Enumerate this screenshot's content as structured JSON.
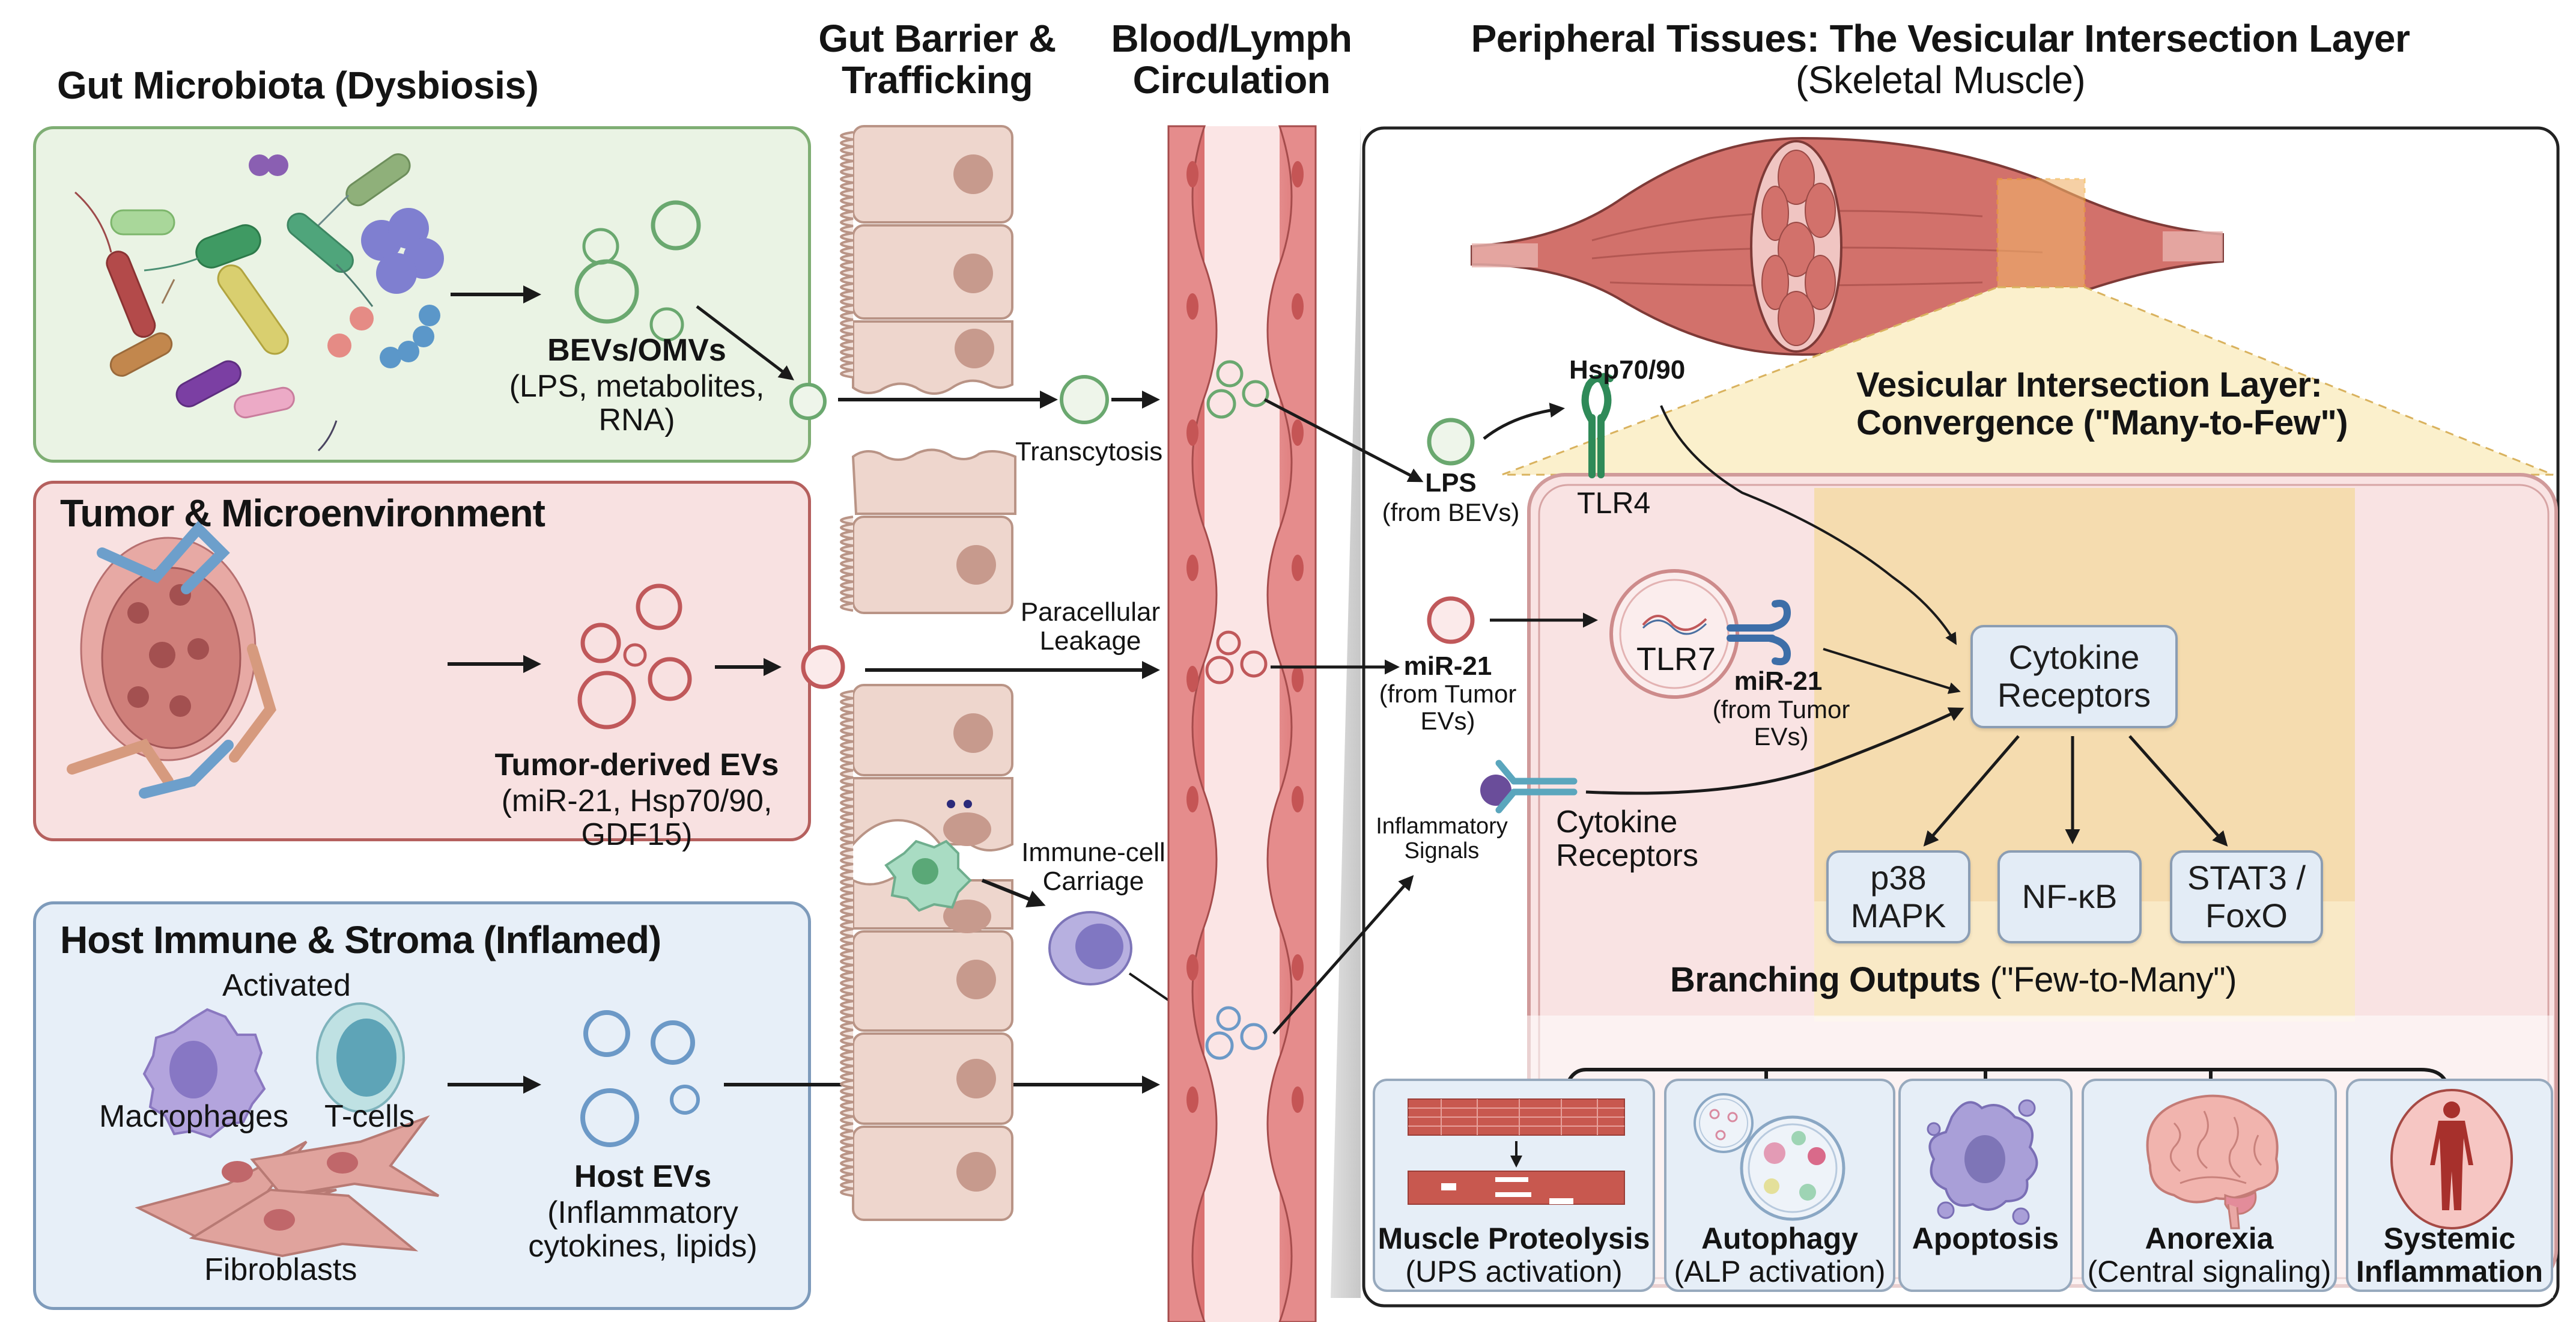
{
  "columns": {
    "gut_microbiota": "Gut Microbiota (Dysbiosis)",
    "gut_barrier": [
      "Gut Barrier &",
      "Trafficking"
    ],
    "circulation": [
      "Blood/Lymph",
      "Circulation"
    ],
    "peripheral": {
      "title": "Peripheral Tissues: The Vesicular Intersection Layer",
      "subtitle": "(Skeletal Muscle)"
    }
  },
  "sources": {
    "microbiota": {
      "ev_title": "BEVs/OMVs",
      "ev_desc": [
        "(LPS, metabolites,",
        "RNA)"
      ],
      "color": "#6aa86f"
    },
    "tumor": {
      "title": "Tumor & Microenvironment",
      "ev_title": "Tumor-derived EVs",
      "ev_desc": [
        "(miR-21, Hsp70/90,",
        "GDF15)"
      ],
      "color": "#c0585a"
    },
    "host": {
      "title": "Host Immune & Stroma (Inflamed)",
      "cell_labels": {
        "activated": "Activated",
        "macrophages": "Macrophages",
        "tcells": "T-cells",
        "fibroblasts": "Fibroblasts"
      },
      "ev_title": "Host EVs",
      "ev_desc": [
        "(Inflammatory",
        "cytokines, lipids)"
      ],
      "color": "#5f8fbf"
    }
  },
  "barrier_routes": {
    "transcytosis": "Transcytosis",
    "paracellular": [
      "Paracellular",
      "Leakage"
    ],
    "immune_carriage": [
      "Immune-cell",
      "Carriage"
    ]
  },
  "peripheral": {
    "lps": {
      "title": "LPS",
      "desc": "(from BEVs)"
    },
    "hsp": "Hsp70/90",
    "tlr4": "TLR4",
    "mir21_left": {
      "title": "miR-21",
      "desc": [
        "(from Tumor",
        "EVs)"
      ]
    },
    "tlr7": "TLR7",
    "mir21_right": {
      "title": "miR-21",
      "desc": [
        "(from Tumor",
        "EVs)"
      ]
    },
    "inflammatory_signals": [
      "Inflammatory",
      "Signals"
    ],
    "cytokine_receptors_label": [
      "Cytokine",
      "Receptors"
    ],
    "convergence_title": [
      "Vesicular Intersection Layer:",
      "Convergence (\"Many-to-Few\")"
    ],
    "hub": [
      "Cytokine",
      "Receptors"
    ],
    "pathways": [
      {
        "lines": [
          "p38",
          "MAPK"
        ]
      },
      {
        "lines": [
          "NF-κB"
        ]
      },
      {
        "lines": [
          "STAT3 /",
          "FoxO"
        ]
      }
    ],
    "branching": {
      "bold": "Branching Outputs",
      "rest": " (\"Few-to-Many\")"
    },
    "outputs": [
      {
        "title": "Muscle Proteolysis",
        "desc": "(UPS activation)",
        "icon": "muscle-fiber-degradation-icon"
      },
      {
        "title": "Autophagy",
        "desc": "(ALP activation)",
        "icon": "autophagosome-icon"
      },
      {
        "title": "Apoptosis",
        "desc": "",
        "icon": "apoptotic-cell-icon"
      },
      {
        "title": "Anorexia",
        "desc": "(Central signaling)",
        "icon": "brain-icon"
      },
      {
        "title": [
          "Systemic",
          "Inflammation"
        ],
        "desc": "",
        "icon": "human-body-icon"
      }
    ]
  },
  "colors": {
    "green_box_bg": "#eaf3e4",
    "green_box_border": "#7fae74",
    "red_box_bg": "#f8e1e1",
    "red_box_border": "#b5605e",
    "blue_box_bg": "#e7eff8",
    "blue_box_border": "#7e9bbb",
    "vessel_wall": "#e58c8c",
    "vessel_lumen": "#fbe5e5",
    "enterocyte": "#eed6cd",
    "convergence_bg": "#f6dfa9",
    "cell_bg": "#f9e3e3"
  }
}
